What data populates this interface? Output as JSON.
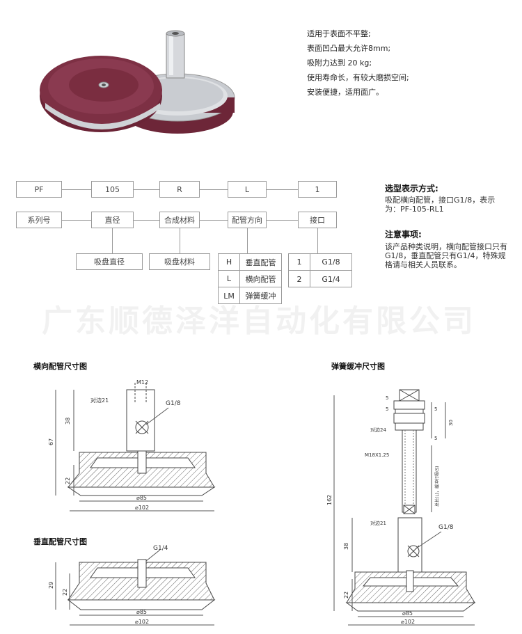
{
  "features": [
    "适用于表面不平整;",
    "表面凹凸最大允许8mm;",
    "吸附力达到 20 kg;",
    "使用寿命长，有较大磨损空间;",
    "安装便捷，适用面广。"
  ],
  "code_row": [
    "PF",
    "105",
    "R",
    "L",
    "1"
  ],
  "label_row": [
    "系列号",
    "直径",
    "合成材料",
    "配管方向",
    "接口"
  ],
  "sub_labels": [
    "吸盘直径",
    "吸盘材料"
  ],
  "direction_options": [
    {
      "code": "H",
      "desc": "垂直配管"
    },
    {
      "code": "L",
      "desc": "横向配管"
    },
    {
      "code": "LM",
      "desc": "弹簧缓冲"
    }
  ],
  "port_options": [
    {
      "code": "1",
      "desc": "G1/8"
    },
    {
      "code": "2",
      "desc": "G1/4"
    }
  ],
  "selection": {
    "title": "选型表示方式:",
    "text": "吸配横向配管，接口G1/8，表示为：PF-105-RL1"
  },
  "notes": {
    "title": "注意事项:",
    "text": "该产品种类说明，横向配管接口只有G1/8，垂直配管只有G1/4，特殊规格请与相关人员联系。"
  },
  "watermark": "广东顺德泽洋自动化有限公司",
  "diagrams": {
    "horizontal": {
      "title": "横向配管尺寸图",
      "labels": {
        "thread": "M12",
        "across_flats": "对边21",
        "port": "G1/8",
        "h1": "38",
        "h2": "67",
        "h3": "22",
        "d1": "⌀85",
        "d2": "⌀102"
      }
    },
    "vertical": {
      "title": "垂直配管尺寸图",
      "labels": {
        "port": "G1/4",
        "h1": "29",
        "h2": "22",
        "d1": "⌀85",
        "d2": "⌀102"
      }
    },
    "spring": {
      "title": "弹簧缓冲尺寸图",
      "labels": {
        "s1": "5",
        "s2": "5",
        "s3": "5",
        "s4": "5",
        "nut_flats": "对边24",
        "length": "30",
        "thread": "M18X1.25",
        "stroke": "总长(L)，缓冲行程(S)",
        "total": "162",
        "across_flats": "对边21",
        "port": "G1/8",
        "h1": "38",
        "h2": "22",
        "d1": "⌀85",
        "d2": "⌀102"
      }
    }
  },
  "colors": {
    "cup": "#7a2d40",
    "metal": "#c9ccd1",
    "line": "#9a9a9a"
  }
}
